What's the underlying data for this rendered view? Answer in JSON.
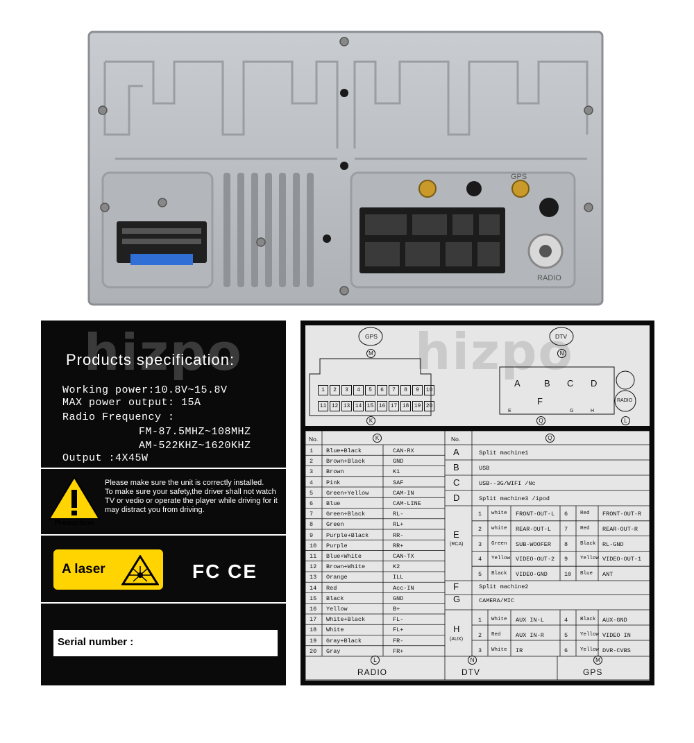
{
  "photo": {
    "gps_label": "GPS",
    "radio_label": "RADIO"
  },
  "watermark": {
    "brand": "hizpo"
  },
  "spec_label": {
    "title": "Products specification:",
    "lines": [
      "Working power:10.8V~15.8V",
      "MAX power output: 15A",
      "Radio Frequency :",
      "FM-87.5MHZ~108MHZ",
      "AM-522KHZ~1620KHZ",
      "Output :4X45W"
    ],
    "caution_badge": "Preauction",
    "caution_text": "Please make sure the unit is correctly installed.\nTo make sure your safety,the driver shall not watch TV or vedio or operate the player while driving for it may distract you from driving.",
    "laser_text": "A laser",
    "fcc_ce": "FC CE",
    "serial_label": "Serial number :"
  },
  "wiring": {
    "diagram": {
      "gps": "GPS",
      "dtv": "DTV",
      "radio": "RADIO",
      "m": "M",
      "n": "N",
      "k": "K",
      "q": "Q",
      "l": "L",
      "pins_top": [
        "1",
        "2",
        "3",
        "4",
        "5",
        "6",
        "7",
        "8",
        "9",
        "10"
      ],
      "pins_bottom": [
        "11",
        "12",
        "13",
        "14",
        "15",
        "16",
        "17",
        "18",
        "19",
        "20"
      ],
      "q_blocks": [
        "A",
        "B",
        "C",
        "D",
        "F"
      ],
      "q_small": [
        "E",
        "G",
        "H"
      ]
    },
    "k_table": {
      "no_header": "No.",
      "k_header": "K",
      "rows": [
        [
          "1",
          "Blue+Black",
          "CAN-RX"
        ],
        [
          "2",
          "Brown+Black",
          "GND"
        ],
        [
          "3",
          "Brown",
          "K1"
        ],
        [
          "4",
          "Pink",
          "SAF"
        ],
        [
          "5",
          "Green+Yellow",
          "CAM-IN"
        ],
        [
          "6",
          "Blue",
          "CAM-LINE"
        ],
        [
          "7",
          "Green+Black",
          "RL-"
        ],
        [
          "8",
          "Green",
          "RL+"
        ],
        [
          "9",
          "Purple+Black",
          "RR-"
        ],
        [
          "10",
          "Purple",
          "RR+"
        ],
        [
          "11",
          "Blue+White",
          "CAN-TX"
        ],
        [
          "12",
          "Brown+White",
          "K2"
        ],
        [
          "13",
          "Orange",
          "ILL"
        ],
        [
          "14",
          "Red",
          "Acc-IN"
        ],
        [
          "15",
          "Black",
          "GND"
        ],
        [
          "16",
          "Yellow",
          "B+"
        ],
        [
          "17",
          "White+Black",
          "FL-"
        ],
        [
          "18",
          "White",
          "FL+"
        ],
        [
          "19",
          "Gray+Black",
          "FR-"
        ],
        [
          "20",
          "Gray",
          "FR+"
        ]
      ]
    },
    "q_table": {
      "no_header": "No.",
      "q_header": "Q",
      "A": "Split machine1",
      "B": "USB",
      "C": "USB--3G/WIFI /Nc",
      "D": "Split machine3 /ipod",
      "E_label": "E",
      "E_sub": "(RCA)",
      "E_rows": [
        [
          "1",
          "white",
          "FRONT-OUT-L",
          "6",
          "Red",
          "FRONT-OUT-R"
        ],
        [
          "2",
          "white",
          "REAR-OUT-L",
          "7",
          "Red",
          "REAR-OUT-R"
        ],
        [
          "3",
          "Green",
          "SUB-WOOFER",
          "8",
          "Black",
          "RL-GND"
        ],
        [
          "4",
          "Yellow",
          "VIDEO-OUT-2",
          "9",
          "Yellow",
          "VIDEO-OUT-1"
        ],
        [
          "5",
          "Black",
          "VIDEO-GND",
          "10",
          "Blue",
          "ANT"
        ]
      ],
      "F": "Split machine2",
      "G": "CAMERA/MIC",
      "H_label": "H",
      "H_sub": "(AUX)",
      "H_rows": [
        [
          "1",
          "White",
          "AUX IN-L",
          "4",
          "Black",
          "AUX-GND"
        ],
        [
          "2",
          "Red",
          "AUX IN-R",
          "5",
          "Yellow",
          "VIDEO IN"
        ],
        [
          "3",
          "White",
          "IR",
          "6",
          "Yellow",
          "DVR-CVBS"
        ]
      ]
    },
    "footer": {
      "l": "L",
      "radio": "RADIO",
      "n": "N",
      "dtv": "DTV",
      "m": "M",
      "gps": "GPS"
    }
  },
  "colors": {
    "chassis": "#b9bcc0",
    "label_bg": "#0a0a0a",
    "laser_yellow": "#ffd400",
    "fuse_blue": "#2f6fd6",
    "gold": "#c99a2a"
  }
}
